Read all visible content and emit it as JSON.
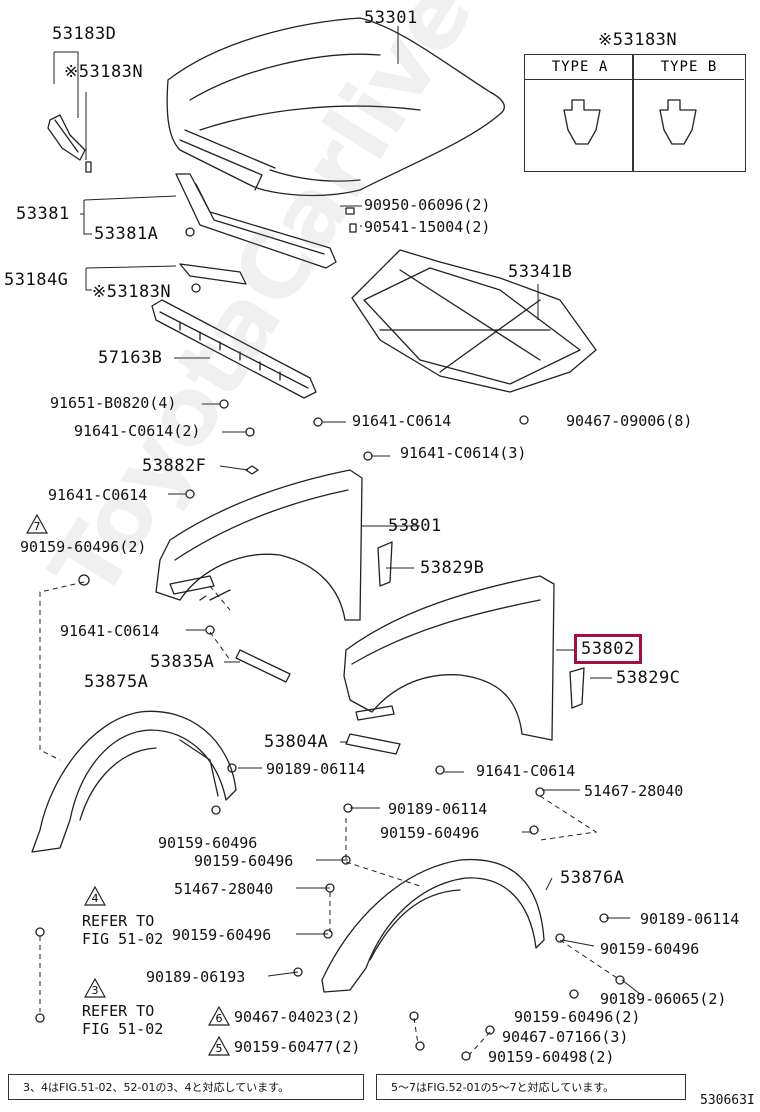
{
  "labels": {
    "p53183D": "53183D",
    "p53183N_a": "※53183N",
    "p53301": "53301",
    "p53183N_top": "※53183N",
    "type_a": "TYPE A",
    "type_b": "TYPE B",
    "p90950": "90950-06096(2)",
    "p90541": "90541-15004(2)",
    "p53381": "53381",
    "p53381A": "53381A",
    "p53184G": "53184G",
    "p53183N_b": "※53183N",
    "p53341B": "53341B",
    "p57163B": "57163B",
    "p91651": "91651-B0820(4)",
    "p90467_09006": "90467-09006(8)",
    "p91641_2": "91641-C0614(2)",
    "p91641_a": "91641-C0614",
    "p91641_3": "91641-C0614(3)",
    "p53882F": "53882F",
    "p91641_b": "91641-C0614",
    "p53801": "53801",
    "p90159_60496_2": "90159-60496(2)",
    "p53829B": "53829B",
    "p91641_c": "91641-C0614",
    "p53802": "53802",
    "p53835A": "53835A",
    "p53829C": "53829C",
    "p53875A": "53875A",
    "p53804A": "53804A",
    "p90189_06114_a": "90189-06114",
    "p91641_d": "91641-C0614",
    "p51467_a": "51467-28040",
    "p90189_06114_b": "90189-06114",
    "p90159_60496_a": "90159-60496",
    "p90159_60496_b": "90159-60496",
    "p90159_60496_c": "90159-60496",
    "p53876A": "53876A",
    "p51467_b": "51467-28040",
    "refer_to_1": "REFER TO",
    "fig_1": "FIG 51-02",
    "p90159_60496_d": "90159-60496",
    "p90189_06114_c": "90189-06114",
    "p90159_60496_e": "90159-60496",
    "p90189_06193": "90189-06193",
    "p90189_06065": "90189-06065(2)",
    "refer_to_2": "REFER TO",
    "fig_2": "FIG 51-02",
    "p90467_04023": "90467-04023(2)",
    "p90159_60496_f": "90159-60496(2)",
    "p90467_07166": "90467-07166(3)",
    "p90159_60477": "90159-60477(2)",
    "p90159_60498": "90159-60498(2)",
    "diagram_id": "530663I"
  },
  "triangles": {
    "t7": "7",
    "t4": "4",
    "t3": "3",
    "t6": "6",
    "t5": "5"
  },
  "notes": {
    "left": "3、4はFIG.51-02、52-01の3、4と対応しています。",
    "right": "5〜7はFIG.52-01の5〜7と対応しています。"
  },
  "watermark": "ToyotaCarlive.ru",
  "highlight_color": "#a3123a"
}
